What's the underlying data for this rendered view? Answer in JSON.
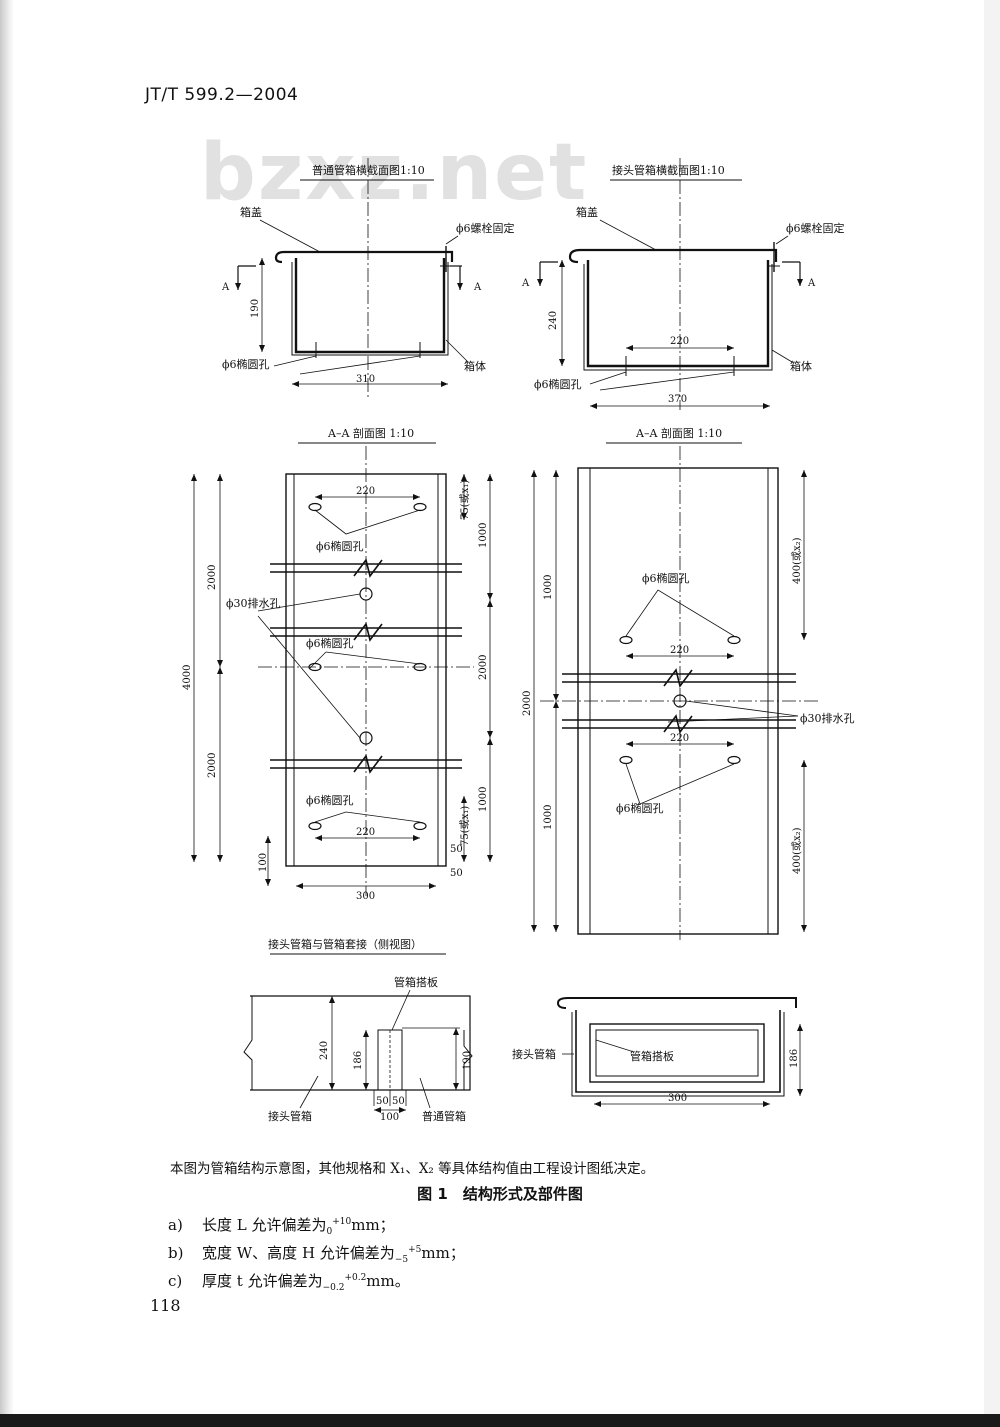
{
  "header": {
    "code": "JT/T 599.2—2004"
  },
  "watermark": "bzxz.net",
  "views": {
    "normal_cross_section": {
      "title": "普通管箱横截面图1:10",
      "lid": "箱盖",
      "bolt": "ϕ6螺栓固定",
      "section_mark": "A",
      "height": "190",
      "hole": "ϕ6椭圆孔",
      "body": "箱体",
      "width": "310"
    },
    "joint_cross_section": {
      "title": "接头管箱横截面图1:10",
      "lid": "箱盖",
      "bolt": "ϕ6螺栓固定",
      "section_mark": "A",
      "height": "240",
      "inner": "220",
      "hole": "ϕ6椭圆孔",
      "body": "箱体",
      "width": "370"
    },
    "aa_left": {
      "title": "A–A 剖面图 1:10",
      "total": "4000",
      "half": "2000",
      "d220": "220",
      "hole": "ϕ6椭圆孔",
      "drain": "ϕ30排水孔",
      "end_offset": "75(或x₁)",
      "d1000": "1000",
      "d100": "100",
      "d50": "50",
      "width": "300"
    },
    "aa_right": {
      "title": "A–A 剖面图 1:10",
      "total": "2000",
      "d1000": "1000",
      "end_offset": "400(或x₂)",
      "hole": "ϕ6椭圆孔",
      "d220": "220",
      "drain": "ϕ30排水孔"
    },
    "joint_side": {
      "title": "接头管箱与管箱套接（侧视图）",
      "plate": "管箱搭板",
      "h240": "240",
      "h186": "186",
      "h190": "190",
      "d50": "50",
      "d100": "100",
      "joint_box": "接头管箱",
      "normal_box": "普通管箱"
    },
    "joint_end": {
      "joint_box": "接头管箱",
      "plate": "管箱搭板",
      "h186": "186",
      "width": "300"
    }
  },
  "note": "本图为管箱结构示意图，其他规格和 X₁、X₂ 等具体结构值由工程设计图纸决定。",
  "figure_caption": "图 1　结构形式及部件图",
  "tolerances": [
    {
      "label": "a)",
      "text": "长度 L 允许偏差为",
      "sup": "+10",
      "sub": "0",
      "unit": "mm；"
    },
    {
      "label": "b)",
      "text": "宽度 W、高度 H 允许偏差为",
      "sup": "+5",
      "sub": "−5",
      "unit": "mm；"
    },
    {
      "label": "c)",
      "text": "厚度 t 允许偏差为",
      "sup": "+0.2",
      "sub": "−0.2",
      "unit": "mm。"
    }
  ],
  "page_number": "118"
}
